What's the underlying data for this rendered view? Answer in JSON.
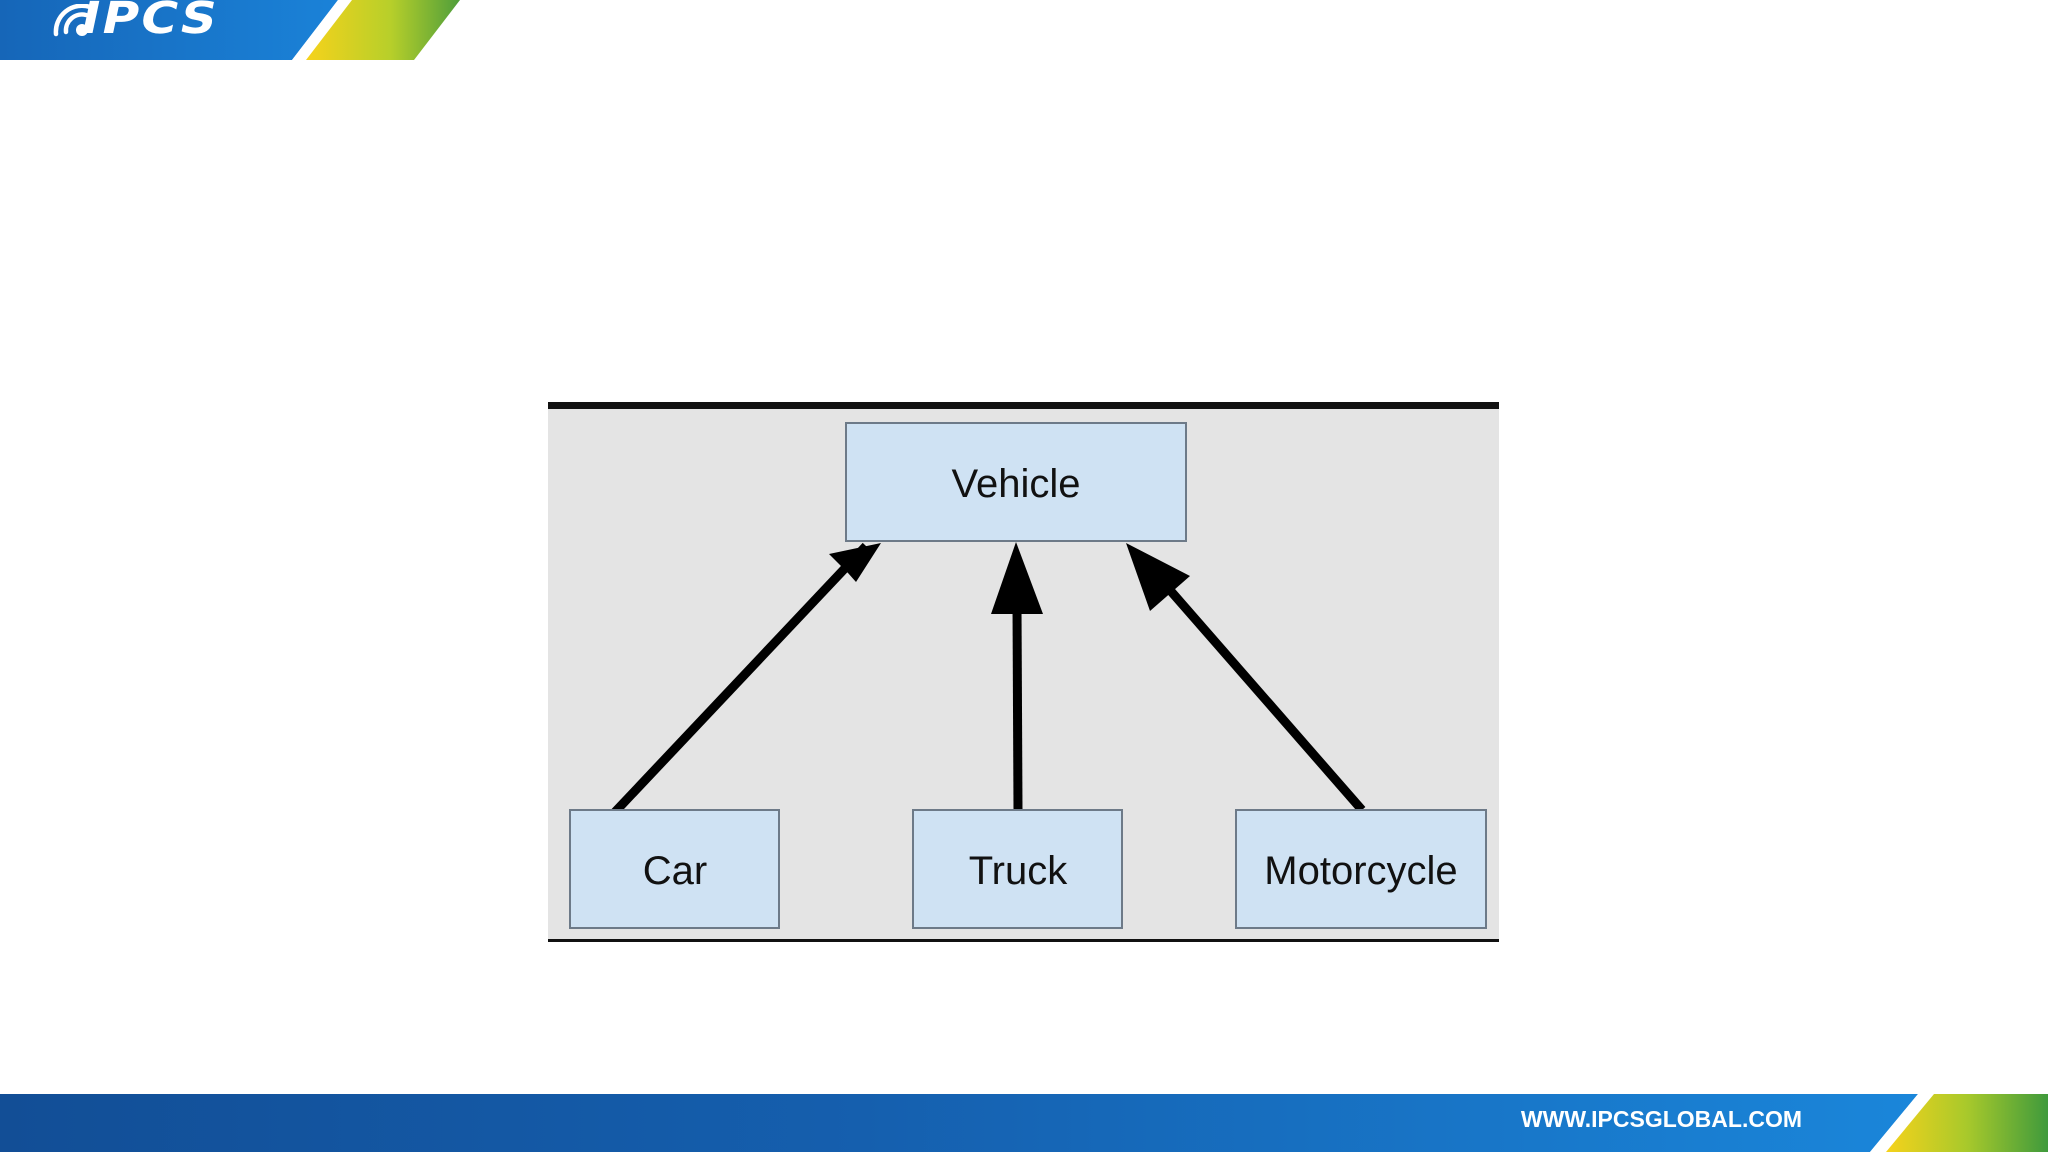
{
  "brand": {
    "logo_text": "IPCS",
    "website": "WWW.IPCSGLOBAL.COM",
    "colors": {
      "blue": "#1a6ec2",
      "yellow": "#f6d21b",
      "green": "#5aa83a"
    }
  },
  "diagram": {
    "parent": {
      "label": "Vehicle"
    },
    "children": [
      {
        "label": "Car"
      },
      {
        "label": "Truck"
      },
      {
        "label": "Motorcycle"
      }
    ],
    "colors": {
      "background": "#e4e4e4",
      "node_fill": "#cfe2f3",
      "node_border": "#6d7a88",
      "arrow": "#000000"
    }
  }
}
